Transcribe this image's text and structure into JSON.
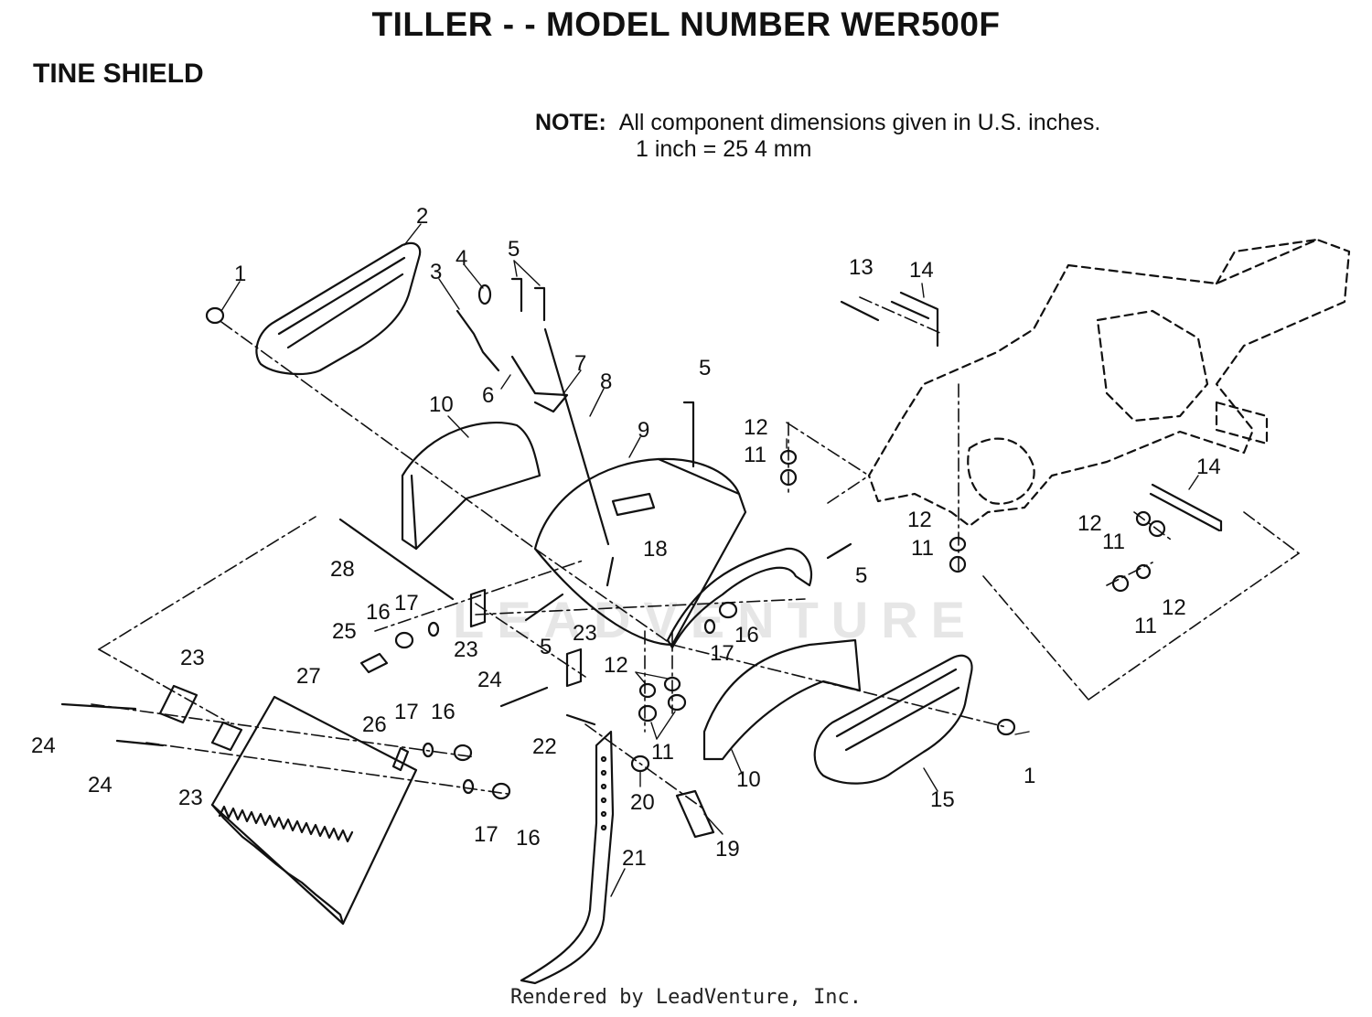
{
  "title": "TILLER - - MODEL NUMBER WER500F",
  "section": "TINE SHIELD",
  "note": {
    "label": "NOTE:",
    "line1": "All component dimensions given in U.S. inches.",
    "line2": "1 inch = 25 4 mm"
  },
  "watermark": "LEADVENTURE",
  "footer": "Rendered by LeadVenture, Inc.",
  "callouts": [
    {
      "id": "c1a",
      "text": "1"
    },
    {
      "id": "c1b",
      "text": "1"
    },
    {
      "id": "c2",
      "text": "2"
    },
    {
      "id": "c3",
      "text": "3"
    },
    {
      "id": "c4",
      "text": "4"
    },
    {
      "id": "c5a",
      "text": "5"
    },
    {
      "id": "c5b",
      "text": "5"
    },
    {
      "id": "c5c",
      "text": "5"
    },
    {
      "id": "c5d",
      "text": "5"
    },
    {
      "id": "c6",
      "text": "6"
    },
    {
      "id": "c7",
      "text": "7"
    },
    {
      "id": "c8",
      "text": "8"
    },
    {
      "id": "c9",
      "text": "9"
    },
    {
      "id": "c10a",
      "text": "10"
    },
    {
      "id": "c10b",
      "text": "10"
    },
    {
      "id": "c11a",
      "text": "11"
    },
    {
      "id": "c11b",
      "text": "11"
    },
    {
      "id": "c11c",
      "text": "11"
    },
    {
      "id": "c11d",
      "text": "11"
    },
    {
      "id": "c11e",
      "text": "11"
    },
    {
      "id": "c12a",
      "text": "12"
    },
    {
      "id": "c12b",
      "text": "12"
    },
    {
      "id": "c12c",
      "text": "12"
    },
    {
      "id": "c12d",
      "text": "12"
    },
    {
      "id": "c12e",
      "text": "12"
    },
    {
      "id": "c13",
      "text": "13"
    },
    {
      "id": "c14a",
      "text": "14"
    },
    {
      "id": "c14b",
      "text": "14"
    },
    {
      "id": "c15",
      "text": "15"
    },
    {
      "id": "c16a",
      "text": "16"
    },
    {
      "id": "c16b",
      "text": "16"
    },
    {
      "id": "c16c",
      "text": "16"
    },
    {
      "id": "c16d",
      "text": "16"
    },
    {
      "id": "c17a",
      "text": "17"
    },
    {
      "id": "c17b",
      "text": "17"
    },
    {
      "id": "c17c",
      "text": "17"
    },
    {
      "id": "c17d",
      "text": "17"
    },
    {
      "id": "c18",
      "text": "18"
    },
    {
      "id": "c19",
      "text": "19"
    },
    {
      "id": "c20",
      "text": "20"
    },
    {
      "id": "c21",
      "text": "21"
    },
    {
      "id": "c22",
      "text": "22"
    },
    {
      "id": "c23a",
      "text": "23"
    },
    {
      "id": "c23b",
      "text": "23"
    },
    {
      "id": "c23c",
      "text": "23"
    },
    {
      "id": "c23d",
      "text": "23"
    },
    {
      "id": "c24a",
      "text": "24"
    },
    {
      "id": "c24b",
      "text": "24"
    },
    {
      "id": "c24c",
      "text": "24"
    },
    {
      "id": "c25",
      "text": "25"
    },
    {
      "id": "c26",
      "text": "26"
    },
    {
      "id": "c27",
      "text": "27"
    },
    {
      "id": "c28",
      "text": "28"
    }
  ]
}
